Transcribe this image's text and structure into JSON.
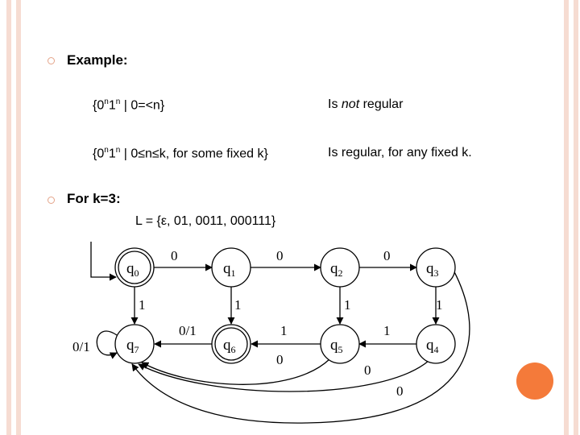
{
  "slide": {
    "bullets": [
      {
        "heading": "Example:"
      },
      {
        "heading": "For k=3:"
      }
    ],
    "lang1": {
      "prefix": "{0",
      "sup1": "n",
      "mid": "1",
      "sup2": "n",
      "suffix": " | 0=<n}"
    },
    "lang1_result": {
      "pre": "Is ",
      "emph": "not",
      "post": " regular"
    },
    "lang2": {
      "prefix": "{0",
      "sup1": "n",
      "mid": "1",
      "sup2": "n",
      "suffix": " | 0≤n≤k, for some fixed k}"
    },
    "lang2_result": "Is regular, for any fixed k.",
    "set_L": "L = {ε, 01, 0011, 000111}"
  },
  "automaton": {
    "states": [
      {
        "id": "q0",
        "base": "q",
        "sub": "0",
        "accepting": true
      },
      {
        "id": "q1",
        "base": "q",
        "sub": "1",
        "accepting": false
      },
      {
        "id": "q2",
        "base": "q",
        "sub": "2",
        "accepting": false
      },
      {
        "id": "q3",
        "base": "q",
        "sub": "3",
        "accepting": false
      },
      {
        "id": "q7",
        "base": "q",
        "sub": "7",
        "accepting": false
      },
      {
        "id": "q6",
        "base": "q",
        "sub": "6",
        "accepting": true
      },
      {
        "id": "q5",
        "base": "q",
        "sub": "5",
        "accepting": false
      },
      {
        "id": "q4",
        "base": "q",
        "sub": "4",
        "accepting": false
      }
    ],
    "transition_labels": {
      "q0_q1": "0",
      "q1_q2": "0",
      "q2_q3": "0",
      "q0_q7": "1",
      "q1_q6": "1",
      "q2_q5": "1",
      "q3_q4": "1",
      "q7_self": "0/1",
      "q6_q7": "0/1",
      "q5_q6": "1",
      "q4_q5": "1",
      "q5_q7": "0",
      "q4_q7": "0",
      "q3_q7": "0"
    }
  }
}
